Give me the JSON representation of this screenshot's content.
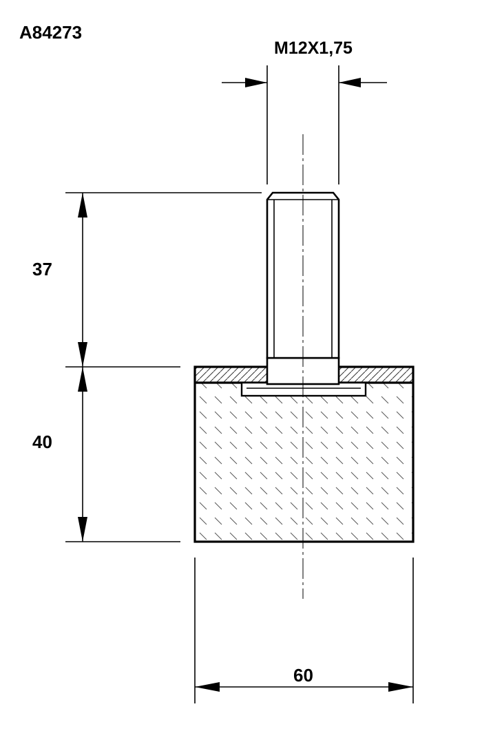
{
  "part_number": "A84273",
  "thread_label": "M12X1,75",
  "dimensions": {
    "stud_height": "37",
    "body_height": "40",
    "body_width": "60"
  }
}
